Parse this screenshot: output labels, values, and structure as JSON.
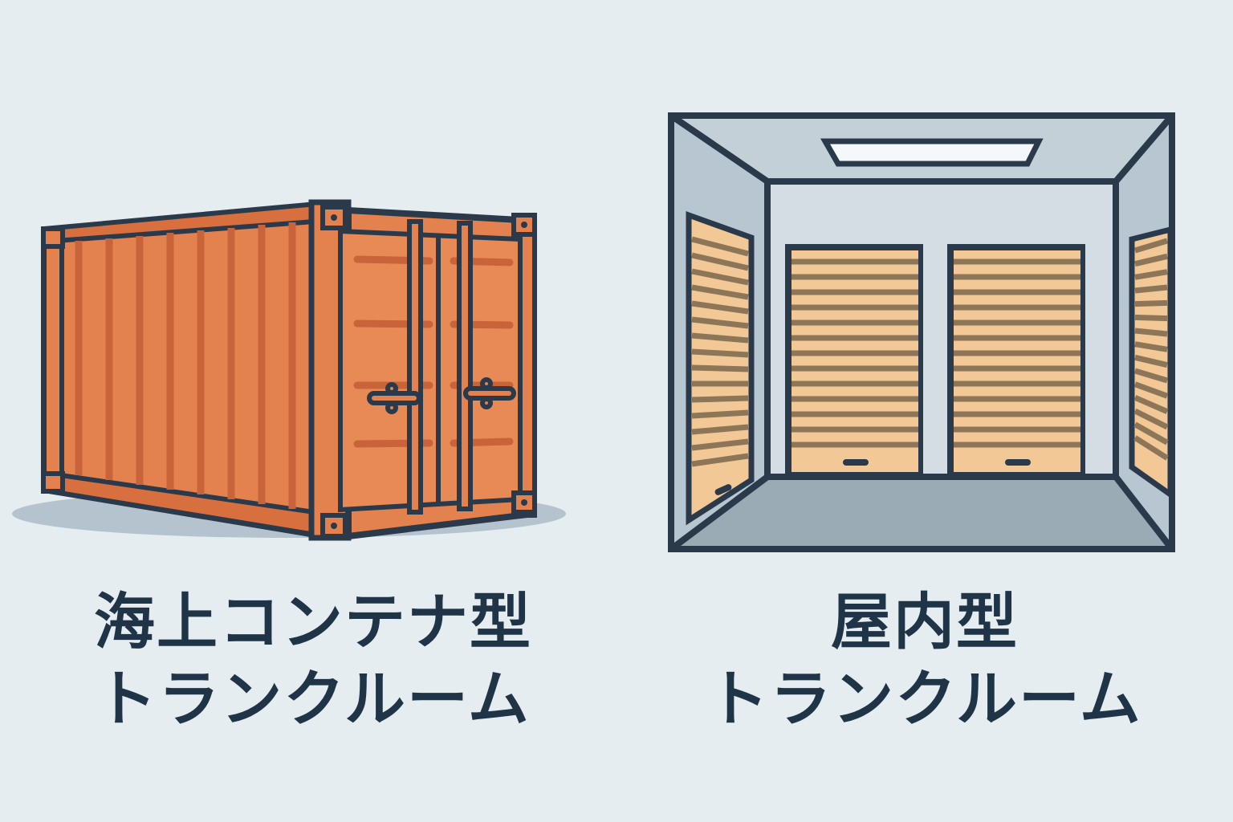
{
  "colors": {
    "background": "#e6edf1",
    "outline": "#2a3a4a",
    "container_orange": "#e4824f",
    "container_dark": "#c9633a",
    "wall_gray": "#b7c6d0",
    "floor_gray": "#9aabb6",
    "shutter_tan": "#f2c896",
    "text": "#1f3447"
  },
  "container_type": {
    "title_line1": "海上コンテナ型",
    "title_line2": "トランクルーム",
    "icon": "shipping-container-icon"
  },
  "indoor_type": {
    "title_line1": "屋内型",
    "title_line2": "トランクルーム",
    "icon": "indoor-storage-room-icon"
  }
}
